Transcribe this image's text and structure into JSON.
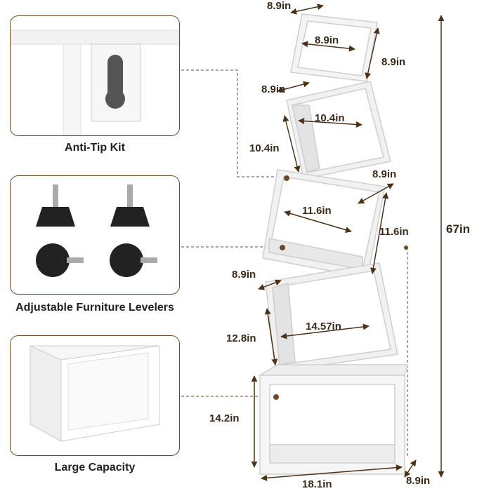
{
  "features": [
    {
      "label": "Anti-Tip Kit",
      "icon": "anti-tip-bracket"
    },
    {
      "label": "Adjustable Furniture Levelers",
      "icon": "leveler-feet"
    },
    {
      "label": "Large Capacity",
      "icon": "cube-shelf"
    }
  ],
  "dimensions": {
    "cube1_depth": "8.9in",
    "cube1_width": "8.9in",
    "cube1_height": "8.9in",
    "cube2_depth": "8.9in",
    "cube2_width": "10.4in",
    "cube2_height": "10.4in",
    "cube3_depth": "8.9in",
    "cube3_width": "11.6in",
    "cube3_height": "11.6in",
    "cube4_depth": "8.9in",
    "cube4_width": "14.57in",
    "cube4_height": "12.8in",
    "cube5_height": "14.2in",
    "cube5_width": "18.1in",
    "cube5_depth": "8.9in",
    "total_height": "67in"
  },
  "colors": {
    "frame": "#6b4a2b",
    "arrow": "#4a3218",
    "text": "#3a2a1a"
  }
}
